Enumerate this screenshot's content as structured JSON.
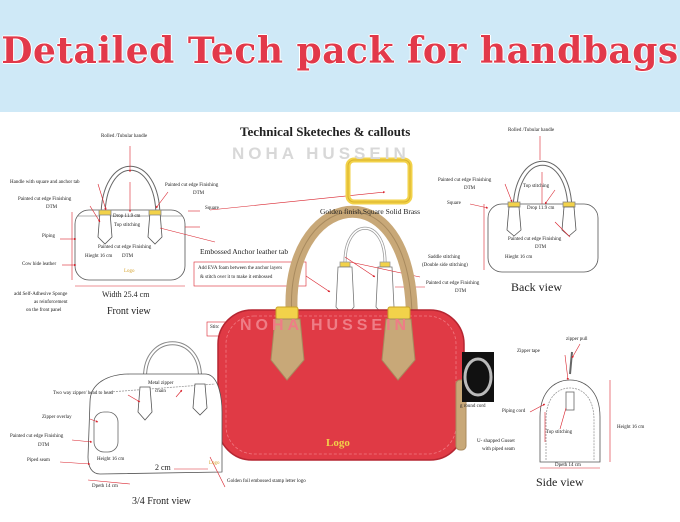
{
  "banner": {
    "title": "Detailed Tech pack for handbags"
  },
  "sheet": {
    "title": "Technical Sketeches & callouts",
    "watermark": "NOHA HUSSEIN",
    "watermark_on_bag": "NOHA HUSSEIN",
    "front_view": {
      "caption": "Front view",
      "callouts": {
        "rolled_handle": "Rolled /Tubular handle",
        "handle_tab": "Handle with square and anchor tab",
        "painted_edge_left_1": "Painted cut edge Finishing",
        "painted_edge_left_2": "DTM",
        "painted_edge_right_1": "Painted cut edge Finishing",
        "painted_edge_right_2": "DTM",
        "drop": "Drop 11.9 cm",
        "top_stitching": "Top stitching",
        "piping": "Piping",
        "painted_edge_lower_1": "Painted cut edge Finishing",
        "painted_edge_lower_2": "DTM",
        "cow_leather": "Cow hide leather",
        "height": "Hieght 16 cm",
        "logo": "Logo",
        "sponge_1": "add Self-Adhesive Sponge",
        "sponge_2": "as reinforcement",
        "sponge_3": "on the front panel",
        "width": "Width 25.4 cm",
        "square": "Square"
      }
    },
    "center": {
      "embossed_tab": "Embossed Anchor  leather tab",
      "hardware": "Golden finish,Square Solid Brass",
      "eva_1": "Add  EVA foam between the anchor layers",
      "eva_2": "& stitch over it to make it embossed",
      "saddle_1": "Saddle stitching",
      "saddle_2": "(Double side stitching)",
      "painted_center_1": "Painted cut edge Finishing",
      "painted_center_2": "DTM",
      "stitching_fragment": "Stitc",
      "bag_logo": "Logo",
      "gold_foil": "Golden foil embossed stamp letter logo",
      "round_cord": "g round cord",
      "logo_small": "Logo"
    },
    "back_view": {
      "caption": "Back view",
      "callouts": {
        "rolled_handle": "Rolled /Tubular handle",
        "painted_edge_1": "Painted cut edge Finishing",
        "painted_edge_2": "DTM",
        "top_stitching": "Top stitching",
        "square": "Square",
        "drop": "Drop 11.9 cm",
        "painted_edge_lower_1": "Painted cut edge Finishing",
        "painted_edge_lower_2": "DTM",
        "height": "Hieght 16 cm"
      }
    },
    "three_quarter_view": {
      "caption": "3/4 Front view",
      "callouts": {
        "zipper_head": "Two way zipper/ head to head",
        "zipper_chain_1": "Metal zipper",
        "zipper_chain_2": "chain",
        "zipper_overlay": "Zipper overlay",
        "painted_edge_1": "Painted cut edge Finishing",
        "painted_edge_2": "DTM",
        "piped_seam": "Piped seam",
        "height": "Height 16 cm",
        "depth": "Dpeth 14 cm",
        "tab_size": "2 cm"
      }
    },
    "side_view": {
      "caption": "Side view",
      "callouts": {
        "zipper_pull": "zipper pull",
        "zipper_tape": "Zipper tape",
        "piping_cord": "Piping cord",
        "gusset_1": "U- shapped Gusset",
        "gusset_2": "with piped seam",
        "top_stitching": "Top stitching",
        "height": "Height 16 cm",
        "depth": "Dpeth 14 cm"
      }
    },
    "colors": {
      "banner_bg": "#cfe9f7",
      "banner_text": "#e2394a",
      "bag_red": "#e03a45",
      "handle_tan": "#c8a878",
      "brass": "#f2d24a",
      "callout_red": "#d9232d"
    }
  }
}
